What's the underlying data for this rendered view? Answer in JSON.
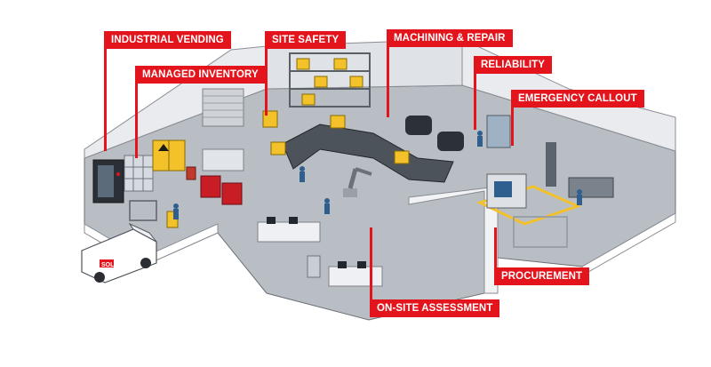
{
  "callouts": {
    "industrial_vending": "INDUSTRIAL VENDING",
    "managed_inventory": "MANAGED INVENTORY",
    "site_safety": "SITE SAFETY",
    "machining_repair": "MACHINING & REPAIR",
    "reliability": "RELIABILITY",
    "emergency_callout": "EMERGENCY CALLOUT",
    "procurement": "PROCUREMENT",
    "onsite_assessment": "ON-SITE ASSESSMENT"
  },
  "van": {
    "logo_text": "SOL"
  },
  "colors": {
    "callout_red": "#e3141b",
    "wall": "#e9ebee",
    "floor": "#b9bdc4",
    "crate": "#f3c12a",
    "machine_blue": "#2f5f8f"
  }
}
